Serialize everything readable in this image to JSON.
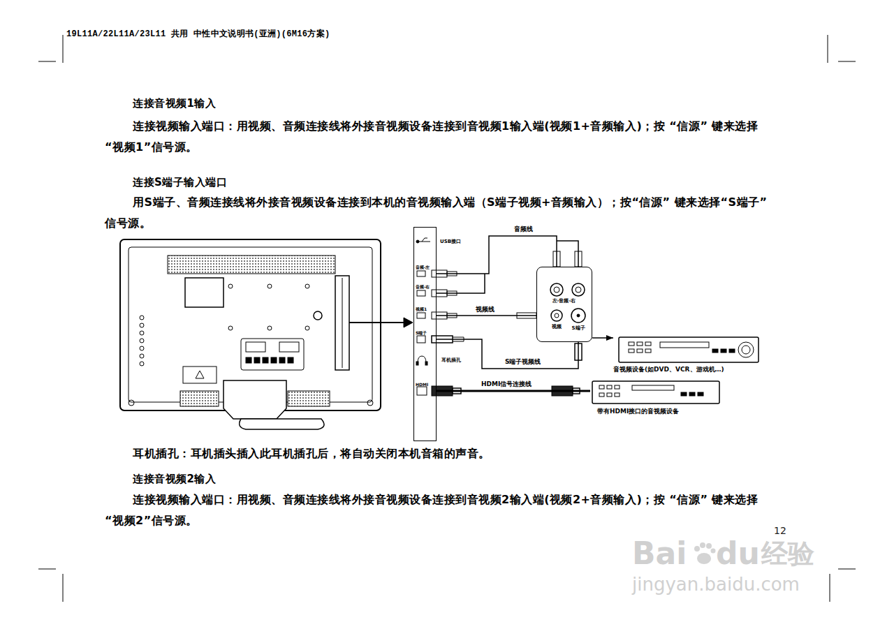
{
  "diagram": {
    "nodes": [
      {
        "text": [
          "音频-左",
          "音频-右",
          "视频1",
          "S端子",
          "HDMI"
        ]
      },
      {
        "text": [
          "左-音频-右",
          "视频",
          "S端子"
        ]
      },
      {
        "text": [
          "音视频设备(如DVD、VCR、游戏机…)"
        ]
      },
      {
        "text": [
          "带有HDMI接口的音视频设备"
        ]
      }
    ],
    "edges": [
      {
        "from": 0,
        "to": 1,
        "label": "音频线",
        "arrow": "none"
      },
      {
        "from": 0,
        "to": 1,
        "label": "视频线",
        "arrow": "none"
      },
      {
        "from": 0,
        "to": 1,
        "label": "S端子视频线",
        "arrow": "none"
      },
      {
        "from": 0,
        "to": 3,
        "label": "HDMI信号连接线",
        "arrow": "none"
      },
      {
        "from": 1,
        "to": 2,
        "arrow": "to"
      }
    ],
    "labels": [
      "19L11A/22L11A/23L11 共用 中性中文说明书(亚洲)(6M16方案)",
      "连接音视频1输入",
      "连接视频输入端口：用视频、音频连接线将外接音视频设备连接到音视频1输入端(视频1+音频输入)；按 “信源” 键来选择“视频1”信号源。",
      "连接S端子输入端口",
      "用S端子、音频连接线将外接音视频设备连接到本机的音视频输入端（S端子视频+音频输入）；按“信源” 键来选择“S端子”信号源。",
      "USB接口",
      "耳机插孔",
      "耳机插孔：耳机插头插入此耳机插孔后，将自动关闭本机音箱的声音。",
      "连接音视频2输入",
      "连接视频输入端口：用视频、音频连接线将外接音视频设备连接到音视频2输入端(视频2+音频输入)；按 “信源” 键来选择“视频2”信号源。",
      "12",
      "Bai",
      "du",
      "经验",
      "jingyan.baidu.com"
    ]
  }
}
